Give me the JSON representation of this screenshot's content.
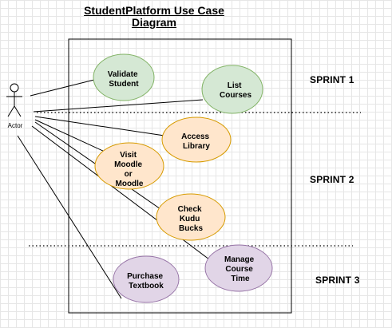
{
  "title": [
    "StudentPlatform Use Case",
    "Diagram"
  ],
  "actor": {
    "label": "Actor"
  },
  "sprints": [
    "SPRINT 1",
    "SPRINT 2",
    "SPRINT 3"
  ],
  "use_cases": [
    {
      "id": "validate-student",
      "lines": [
        "Validate",
        "Student"
      ],
      "sprint": "SPRINT 1",
      "fill": "#d5e8d4",
      "stroke": "#82b366"
    },
    {
      "id": "list-courses",
      "lines": [
        "List",
        "Courses"
      ],
      "sprint": "SPRINT 1",
      "fill": "#d5e8d4",
      "stroke": "#82b366"
    },
    {
      "id": "access-library",
      "lines": [
        "Access",
        "Library"
      ],
      "sprint": "SPRINT 2",
      "fill": "#ffe6cc",
      "stroke": "#d79b00"
    },
    {
      "id": "visit-moodle",
      "lines": [
        "Visit",
        "Moodle",
        "or",
        "Moodle"
      ],
      "sprint": "SPRINT 2",
      "fill": "#ffe6cc",
      "stroke": "#d79b00"
    },
    {
      "id": "check-kudu-bucks",
      "lines": [
        "Check",
        "Kudu",
        "Bucks"
      ],
      "sprint": "SPRINT 2",
      "fill": "#ffe6cc",
      "stroke": "#d79b00"
    },
    {
      "id": "manage-course-time",
      "lines": [
        "Manage",
        "Course",
        "Time"
      ],
      "sprint": "SPRINT 3",
      "fill": "#e1d5e7",
      "stroke": "#9673a6"
    },
    {
      "id": "purchase-textbook",
      "lines": [
        "Purchase",
        "Textbook"
      ],
      "sprint": "SPRINT 3",
      "fill": "#e1d5e7",
      "stroke": "#9673a6"
    }
  ],
  "associations": [
    {
      "from": "actor",
      "to": "validate-student"
    },
    {
      "from": "actor",
      "to": "list-courses"
    },
    {
      "from": "actor",
      "to": "access-library"
    },
    {
      "from": "actor",
      "to": "visit-moodle"
    },
    {
      "from": "actor",
      "to": "check-kudu-bucks"
    },
    {
      "from": "actor",
      "to": "manage-course-time"
    },
    {
      "from": "actor",
      "to": "purchase-textbook"
    }
  ]
}
